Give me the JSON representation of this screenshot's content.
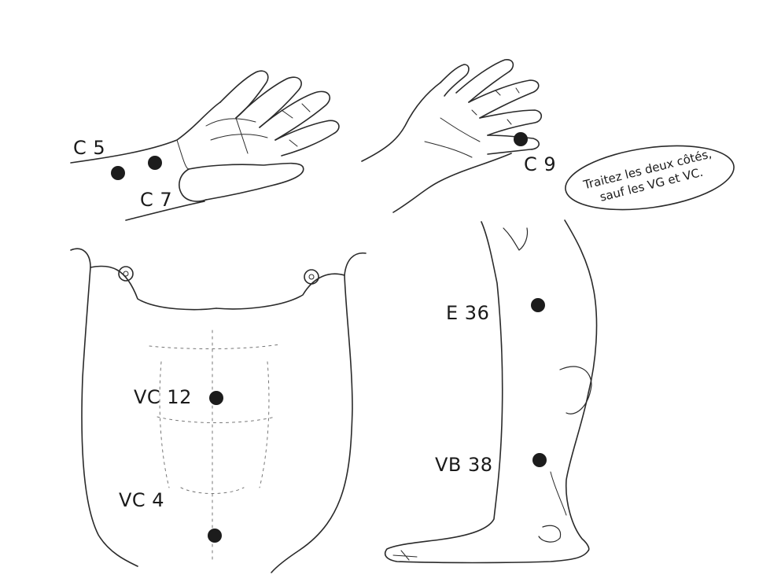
{
  "diagram": {
    "points": [
      {
        "id": "c5",
        "label": "C 5"
      },
      {
        "id": "c7",
        "label": "C 7"
      },
      {
        "id": "c9",
        "label": "C 9"
      },
      {
        "id": "e36",
        "label": "E 36"
      },
      {
        "id": "vc12",
        "label": "VC 12"
      },
      {
        "id": "vb38",
        "label": "VB 38"
      },
      {
        "id": "vc4",
        "label": "VC 4"
      }
    ],
    "note": {
      "line1": "Traitez les deux côtés,",
      "line2": "sauf les VG et VC."
    },
    "colors": {
      "point": "#1c1c1c",
      "ink": "#2a2a2a"
    }
  }
}
